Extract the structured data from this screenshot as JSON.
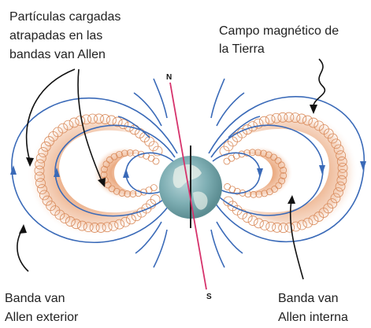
{
  "labels": {
    "trapped_particles": [
      "Partículas cargadas",
      "atrapadas en las",
      "bandas van Allen"
    ],
    "earth_field": [
      "Campo magnético de",
      "la Tierra"
    ],
    "outer_belt": [
      "Banda van",
      "Allen exterior"
    ],
    "inner_belt": [
      "Banda van",
      "Allen interna"
    ],
    "north_pole": "N",
    "south_pole": "S"
  },
  "colors": {
    "belt": "#e9a67a",
    "field_line": "#3a6ab8",
    "axis": "#d6336c",
    "earth": "#6fa0a4",
    "text": "#222222"
  }
}
